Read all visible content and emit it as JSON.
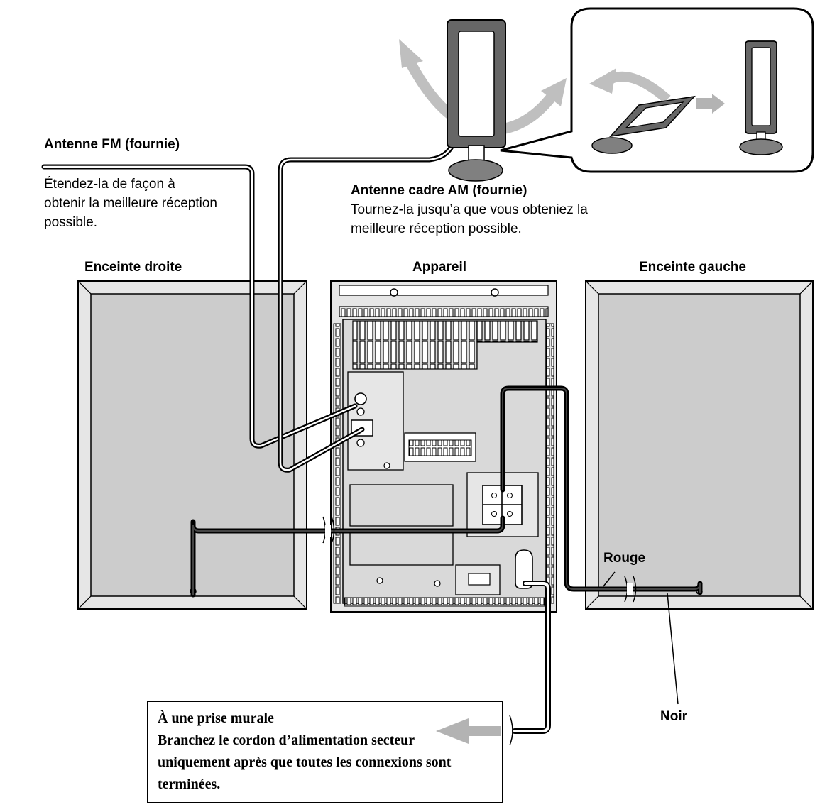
{
  "labels": {
    "fm_title": "Antenne FM (fournie)",
    "fm_desc_1": "Étendez-la de façon à",
    "fm_desc_2": "obtenir la meilleure réception",
    "fm_desc_3": "possible.",
    "am_title": "Antenne cadre AM (fournie)",
    "am_desc_1": "Tournez-la jusqu’a que vous obteniez la",
    "am_desc_2": "meilleure réception possible.",
    "right_speaker": "Enceinte droite",
    "unit": "Appareil",
    "left_speaker": "Enceinte gauche",
    "red": "Rouge",
    "black": "Noir"
  },
  "notice": {
    "line1": "À une prise murale",
    "line2": "Branchez le cordon d’alimentation secteur",
    "line3": "uniquement après que toutes les connexions sont",
    "line4": "terminées."
  },
  "colors": {
    "speaker_fill": "#cccccc",
    "speaker_frame": "#e6e6e6",
    "arrow": "#b3b3b3",
    "wire": "#000000"
  }
}
